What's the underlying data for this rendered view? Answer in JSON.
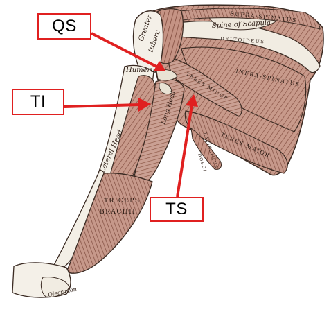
{
  "callouts": {
    "qs": "QS",
    "ti": "TI",
    "ts": "TS"
  },
  "labels": {
    "greater_tubercle_1": "Greater",
    "greater_tubercle_2": "tuberc",
    "humerus": "Humeru",
    "spine_of_scapula": "Spine of Scapula",
    "supraspinatus": "SUPRA-SPINATUS",
    "deltoideus": "DELTOIDEUS",
    "infraspinatus": "INFRA-SPINATUS",
    "teres_minor": "TERES MINOR",
    "long_head": "Long Head",
    "lateral_head": "Lateral Head",
    "teres_major": "TERES MAJOR",
    "latissimus": "LATISSIMUS",
    "dorsi": "DORSI",
    "triceps": "TRICEPS",
    "brachii": "BRACHII",
    "olecranon": "Olecranon"
  },
  "colors": {
    "muscle": "#c99a8c",
    "muscle_dark": "#7a4a3e",
    "bone": "#f4f0e8",
    "outline": "#3a2a22",
    "arrow": "#e02020"
  }
}
